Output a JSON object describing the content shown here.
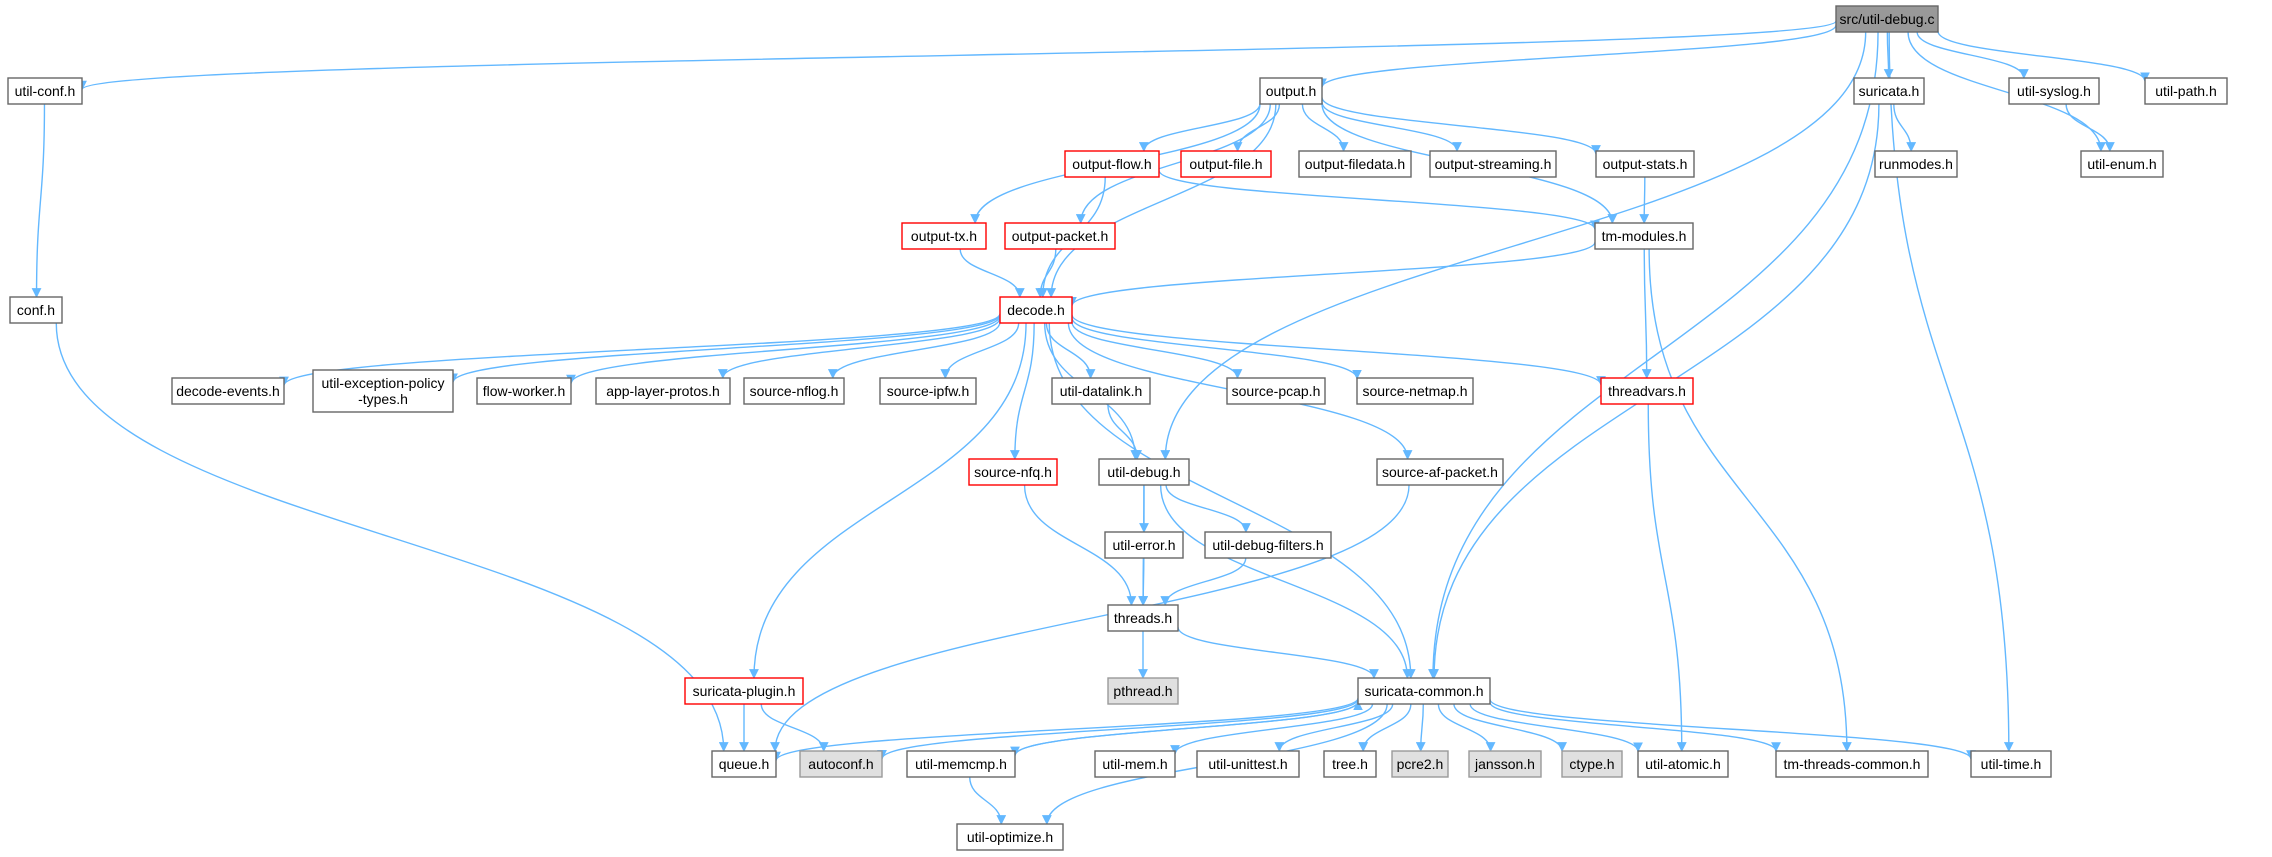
{
  "graph": {
    "colors": {
      "edge": "#63b8ff",
      "normal_fill": "#ffffff",
      "normal_border": "#666666",
      "truncated_border": "#ff0000",
      "external_fill": "#e0e0e0",
      "external_border": "#999999",
      "root_fill": "#999999",
      "root_border": "#666666",
      "text": "#000000"
    },
    "nodes": [
      {
        "id": "util-debug-c",
        "lines": [
          "src/util-debug.c"
        ],
        "style": "root"
      },
      {
        "id": "util-conf-h",
        "lines": [
          "util-conf.h"
        ],
        "style": "normal"
      },
      {
        "id": "output-h",
        "lines": [
          "output.h"
        ],
        "style": "normal"
      },
      {
        "id": "suricata-h",
        "lines": [
          "suricata.h"
        ],
        "style": "normal"
      },
      {
        "id": "util-syslog-h",
        "lines": [
          "util-syslog.h"
        ],
        "style": "normal"
      },
      {
        "id": "util-path-h",
        "lines": [
          "util-path.h"
        ],
        "style": "normal"
      },
      {
        "id": "output-flow-h",
        "lines": [
          "output-flow.h"
        ],
        "style": "truncated"
      },
      {
        "id": "output-file-h",
        "lines": [
          "output-file.h"
        ],
        "style": "truncated"
      },
      {
        "id": "output-filedata-h",
        "lines": [
          "output-filedata.h"
        ],
        "style": "normal"
      },
      {
        "id": "output-streaming-h",
        "lines": [
          "output-streaming.h"
        ],
        "style": "normal"
      },
      {
        "id": "output-stats-h",
        "lines": [
          "output-stats.h"
        ],
        "style": "normal"
      },
      {
        "id": "runmodes-h",
        "lines": [
          "runmodes.h"
        ],
        "style": "normal"
      },
      {
        "id": "util-enum-h",
        "lines": [
          "util-enum.h"
        ],
        "style": "normal"
      },
      {
        "id": "output-tx-h",
        "lines": [
          "output-tx.h"
        ],
        "style": "truncated"
      },
      {
        "id": "output-packet-h",
        "lines": [
          "output-packet.h"
        ],
        "style": "truncated"
      },
      {
        "id": "tm-modules-h",
        "lines": [
          "tm-modules.h"
        ],
        "style": "normal"
      },
      {
        "id": "conf-h",
        "lines": [
          "conf.h"
        ],
        "style": "normal"
      },
      {
        "id": "decode-h",
        "lines": [
          "decode.h"
        ],
        "style": "truncated"
      },
      {
        "id": "decode-events-h",
        "lines": [
          "decode-events.h"
        ],
        "style": "normal"
      },
      {
        "id": "util-exception-policy-types-h",
        "lines": [
          "util-exception-policy",
          "-types.h"
        ],
        "style": "normal"
      },
      {
        "id": "flow-worker-h",
        "lines": [
          "flow-worker.h"
        ],
        "style": "normal"
      },
      {
        "id": "app-layer-protos-h",
        "lines": [
          "app-layer-protos.h"
        ],
        "style": "normal"
      },
      {
        "id": "source-nflog-h",
        "lines": [
          "source-nflog.h"
        ],
        "style": "normal"
      },
      {
        "id": "source-ipfw-h",
        "lines": [
          "source-ipfw.h"
        ],
        "style": "normal"
      },
      {
        "id": "util-datalink-h",
        "lines": [
          "util-datalink.h"
        ],
        "style": "normal"
      },
      {
        "id": "source-pcap-h",
        "lines": [
          "source-pcap.h"
        ],
        "style": "normal"
      },
      {
        "id": "source-netmap-h",
        "lines": [
          "source-netmap.h"
        ],
        "style": "normal"
      },
      {
        "id": "threadvars-h",
        "lines": [
          "threadvars.h"
        ],
        "style": "truncated"
      },
      {
        "id": "source-nfq-h",
        "lines": [
          "source-nfq.h"
        ],
        "style": "truncated"
      },
      {
        "id": "util-debug-h",
        "lines": [
          "util-debug.h"
        ],
        "style": "normal"
      },
      {
        "id": "source-af-packet-h",
        "lines": [
          "source-af-packet.h"
        ],
        "style": "normal"
      },
      {
        "id": "util-error-h",
        "lines": [
          "util-error.h"
        ],
        "style": "normal"
      },
      {
        "id": "util-debug-filters-h",
        "lines": [
          "util-debug-filters.h"
        ],
        "style": "normal"
      },
      {
        "id": "threads-h",
        "lines": [
          "threads.h"
        ],
        "style": "normal"
      },
      {
        "id": "pthread-h",
        "lines": [
          "pthread.h"
        ],
        "style": "external"
      },
      {
        "id": "suricata-plugin-h",
        "lines": [
          "suricata-plugin.h"
        ],
        "style": "truncated"
      },
      {
        "id": "suricata-common-h",
        "lines": [
          "suricata-common.h"
        ],
        "style": "normal"
      },
      {
        "id": "queue-h",
        "lines": [
          "queue.h"
        ],
        "style": "normal"
      },
      {
        "id": "autoconf-h",
        "lines": [
          "autoconf.h"
        ],
        "style": "external"
      },
      {
        "id": "util-memcmp-h",
        "lines": [
          "util-memcmp.h"
        ],
        "style": "normal"
      },
      {
        "id": "util-mem-h",
        "lines": [
          "util-mem.h"
        ],
        "style": "normal"
      },
      {
        "id": "util-unittest-h",
        "lines": [
          "util-unittest.h"
        ],
        "style": "normal"
      },
      {
        "id": "tree-h",
        "lines": [
          "tree.h"
        ],
        "style": "normal"
      },
      {
        "id": "pcre2-h",
        "lines": [
          "pcre2.h"
        ],
        "style": "external"
      },
      {
        "id": "jansson-h",
        "lines": [
          "jansson.h"
        ],
        "style": "external"
      },
      {
        "id": "ctype-h",
        "lines": [
          "ctype.h"
        ],
        "style": "external"
      },
      {
        "id": "util-atomic-h",
        "lines": [
          "util-atomic.h"
        ],
        "style": "normal"
      },
      {
        "id": "tm-threads-common-h",
        "lines": [
          "tm-threads-common.h"
        ],
        "style": "normal"
      },
      {
        "id": "util-time-h",
        "lines": [
          "util-time.h"
        ],
        "style": "normal"
      },
      {
        "id": "util-optimize-h",
        "lines": [
          "util-optimize.h"
        ],
        "style": "normal"
      }
    ],
    "edges": [
      {
        "from": "util-debug-c",
        "to": "util-conf-h"
      },
      {
        "from": "util-debug-c",
        "to": "output-h"
      },
      {
        "from": "util-debug-c",
        "to": "suricata-h"
      },
      {
        "from": "util-debug-c",
        "to": "util-syslog-h"
      },
      {
        "from": "util-debug-c",
        "to": "util-path-h"
      },
      {
        "from": "util-debug-c",
        "to": "util-enum-h"
      },
      {
        "from": "util-debug-c",
        "to": "util-debug-h"
      },
      {
        "from": "util-debug-c",
        "to": "suricata-common-h"
      },
      {
        "from": "util-debug-c",
        "to": "util-time-h"
      },
      {
        "from": "util-conf-h",
        "to": "conf-h"
      },
      {
        "from": "conf-h",
        "to": "queue-h"
      },
      {
        "from": "output-h",
        "to": "output-flow-h"
      },
      {
        "from": "output-h",
        "to": "output-file-h"
      },
      {
        "from": "output-h",
        "to": "output-filedata-h"
      },
      {
        "from": "output-h",
        "to": "output-streaming-h"
      },
      {
        "from": "output-h",
        "to": "output-stats-h"
      },
      {
        "from": "output-h",
        "to": "output-tx-h"
      },
      {
        "from": "output-h",
        "to": "output-packet-h"
      },
      {
        "from": "output-h",
        "to": "tm-modules-h"
      },
      {
        "from": "output-h",
        "to": "decode-h"
      },
      {
        "from": "output-flow-h",
        "to": "decode-h"
      },
      {
        "from": "output-flow-h",
        "to": "tm-modules-h"
      },
      {
        "from": "output-stats-h",
        "to": "tm-modules-h"
      },
      {
        "from": "output-tx-h",
        "to": "decode-h"
      },
      {
        "from": "output-packet-h",
        "to": "decode-h"
      },
      {
        "from": "tm-modules-h",
        "to": "decode-h"
      },
      {
        "from": "tm-modules-h",
        "to": "threadvars-h"
      },
      {
        "from": "tm-modules-h",
        "to": "tm-threads-common-h"
      },
      {
        "from": "suricata-h",
        "to": "runmodes-h"
      },
      {
        "from": "suricata-h",
        "to": "suricata-common-h"
      },
      {
        "from": "util-syslog-h",
        "to": "util-enum-h"
      },
      {
        "from": "decode-h",
        "to": "decode-events-h"
      },
      {
        "from": "decode-h",
        "to": "util-exception-policy-types-h"
      },
      {
        "from": "decode-h",
        "to": "flow-worker-h"
      },
      {
        "from": "decode-h",
        "to": "app-layer-protos-h"
      },
      {
        "from": "decode-h",
        "to": "source-nflog-h"
      },
      {
        "from": "decode-h",
        "to": "source-ipfw-h"
      },
      {
        "from": "decode-h",
        "to": "util-datalink-h"
      },
      {
        "from": "decode-h",
        "to": "source-pcap-h"
      },
      {
        "from": "decode-h",
        "to": "source-netmap-h"
      },
      {
        "from": "decode-h",
        "to": "threadvars-h"
      },
      {
        "from": "decode-h",
        "to": "source-nfq-h"
      },
      {
        "from": "decode-h",
        "to": "util-debug-h"
      },
      {
        "from": "decode-h",
        "to": "source-af-packet-h"
      },
      {
        "from": "decode-h",
        "to": "suricata-common-h"
      },
      {
        "from": "decode-h",
        "to": "suricata-plugin-h"
      },
      {
        "from": "util-datalink-h",
        "to": "util-debug-h"
      },
      {
        "from": "source-nfq-h",
        "to": "threads-h"
      },
      {
        "from": "util-debug-h",
        "to": "util-error-h"
      },
      {
        "from": "util-debug-h",
        "to": "util-debug-filters-h"
      },
      {
        "from": "util-debug-h",
        "to": "threads-h"
      },
      {
        "from": "util-debug-h",
        "to": "suricata-common-h"
      },
      {
        "from": "util-error-h",
        "to": "threads-h"
      },
      {
        "from": "util-debug-filters-h",
        "to": "threads-h"
      },
      {
        "from": "threads-h",
        "to": "pthread-h"
      },
      {
        "from": "threads-h",
        "to": "suricata-common-h"
      },
      {
        "from": "source-af-packet-h",
        "to": "queue-h"
      },
      {
        "from": "threadvars-h",
        "to": "util-atomic-h"
      },
      {
        "from": "suricata-plugin-h",
        "to": "queue-h"
      },
      {
        "from": "suricata-plugin-h",
        "to": "autoconf-h"
      },
      {
        "from": "suricata-common-h",
        "to": "queue-h"
      },
      {
        "from": "suricata-common-h",
        "to": "autoconf-h"
      },
      {
        "from": "suricata-common-h",
        "to": "util-memcmp-h"
      },
      {
        "from": "suricata-common-h",
        "to": "util-mem-h"
      },
      {
        "from": "suricata-common-h",
        "to": "util-unittest-h"
      },
      {
        "from": "suricata-common-h",
        "to": "tree-h"
      },
      {
        "from": "suricata-common-h",
        "to": "pcre2-h"
      },
      {
        "from": "suricata-common-h",
        "to": "jansson-h"
      },
      {
        "from": "suricata-common-h",
        "to": "ctype-h"
      },
      {
        "from": "suricata-common-h",
        "to": "util-atomic-h"
      },
      {
        "from": "suricata-common-h",
        "to": "tm-threads-common-h"
      },
      {
        "from": "suricata-common-h",
        "to": "util-time-h"
      },
      {
        "from": "suricata-common-h",
        "to": "util-optimize-h"
      },
      {
        "from": "util-memcmp-h",
        "to": "suricata-common-h"
      },
      {
        "from": "util-memcmp-h",
        "to": "util-optimize-h"
      }
    ]
  }
}
